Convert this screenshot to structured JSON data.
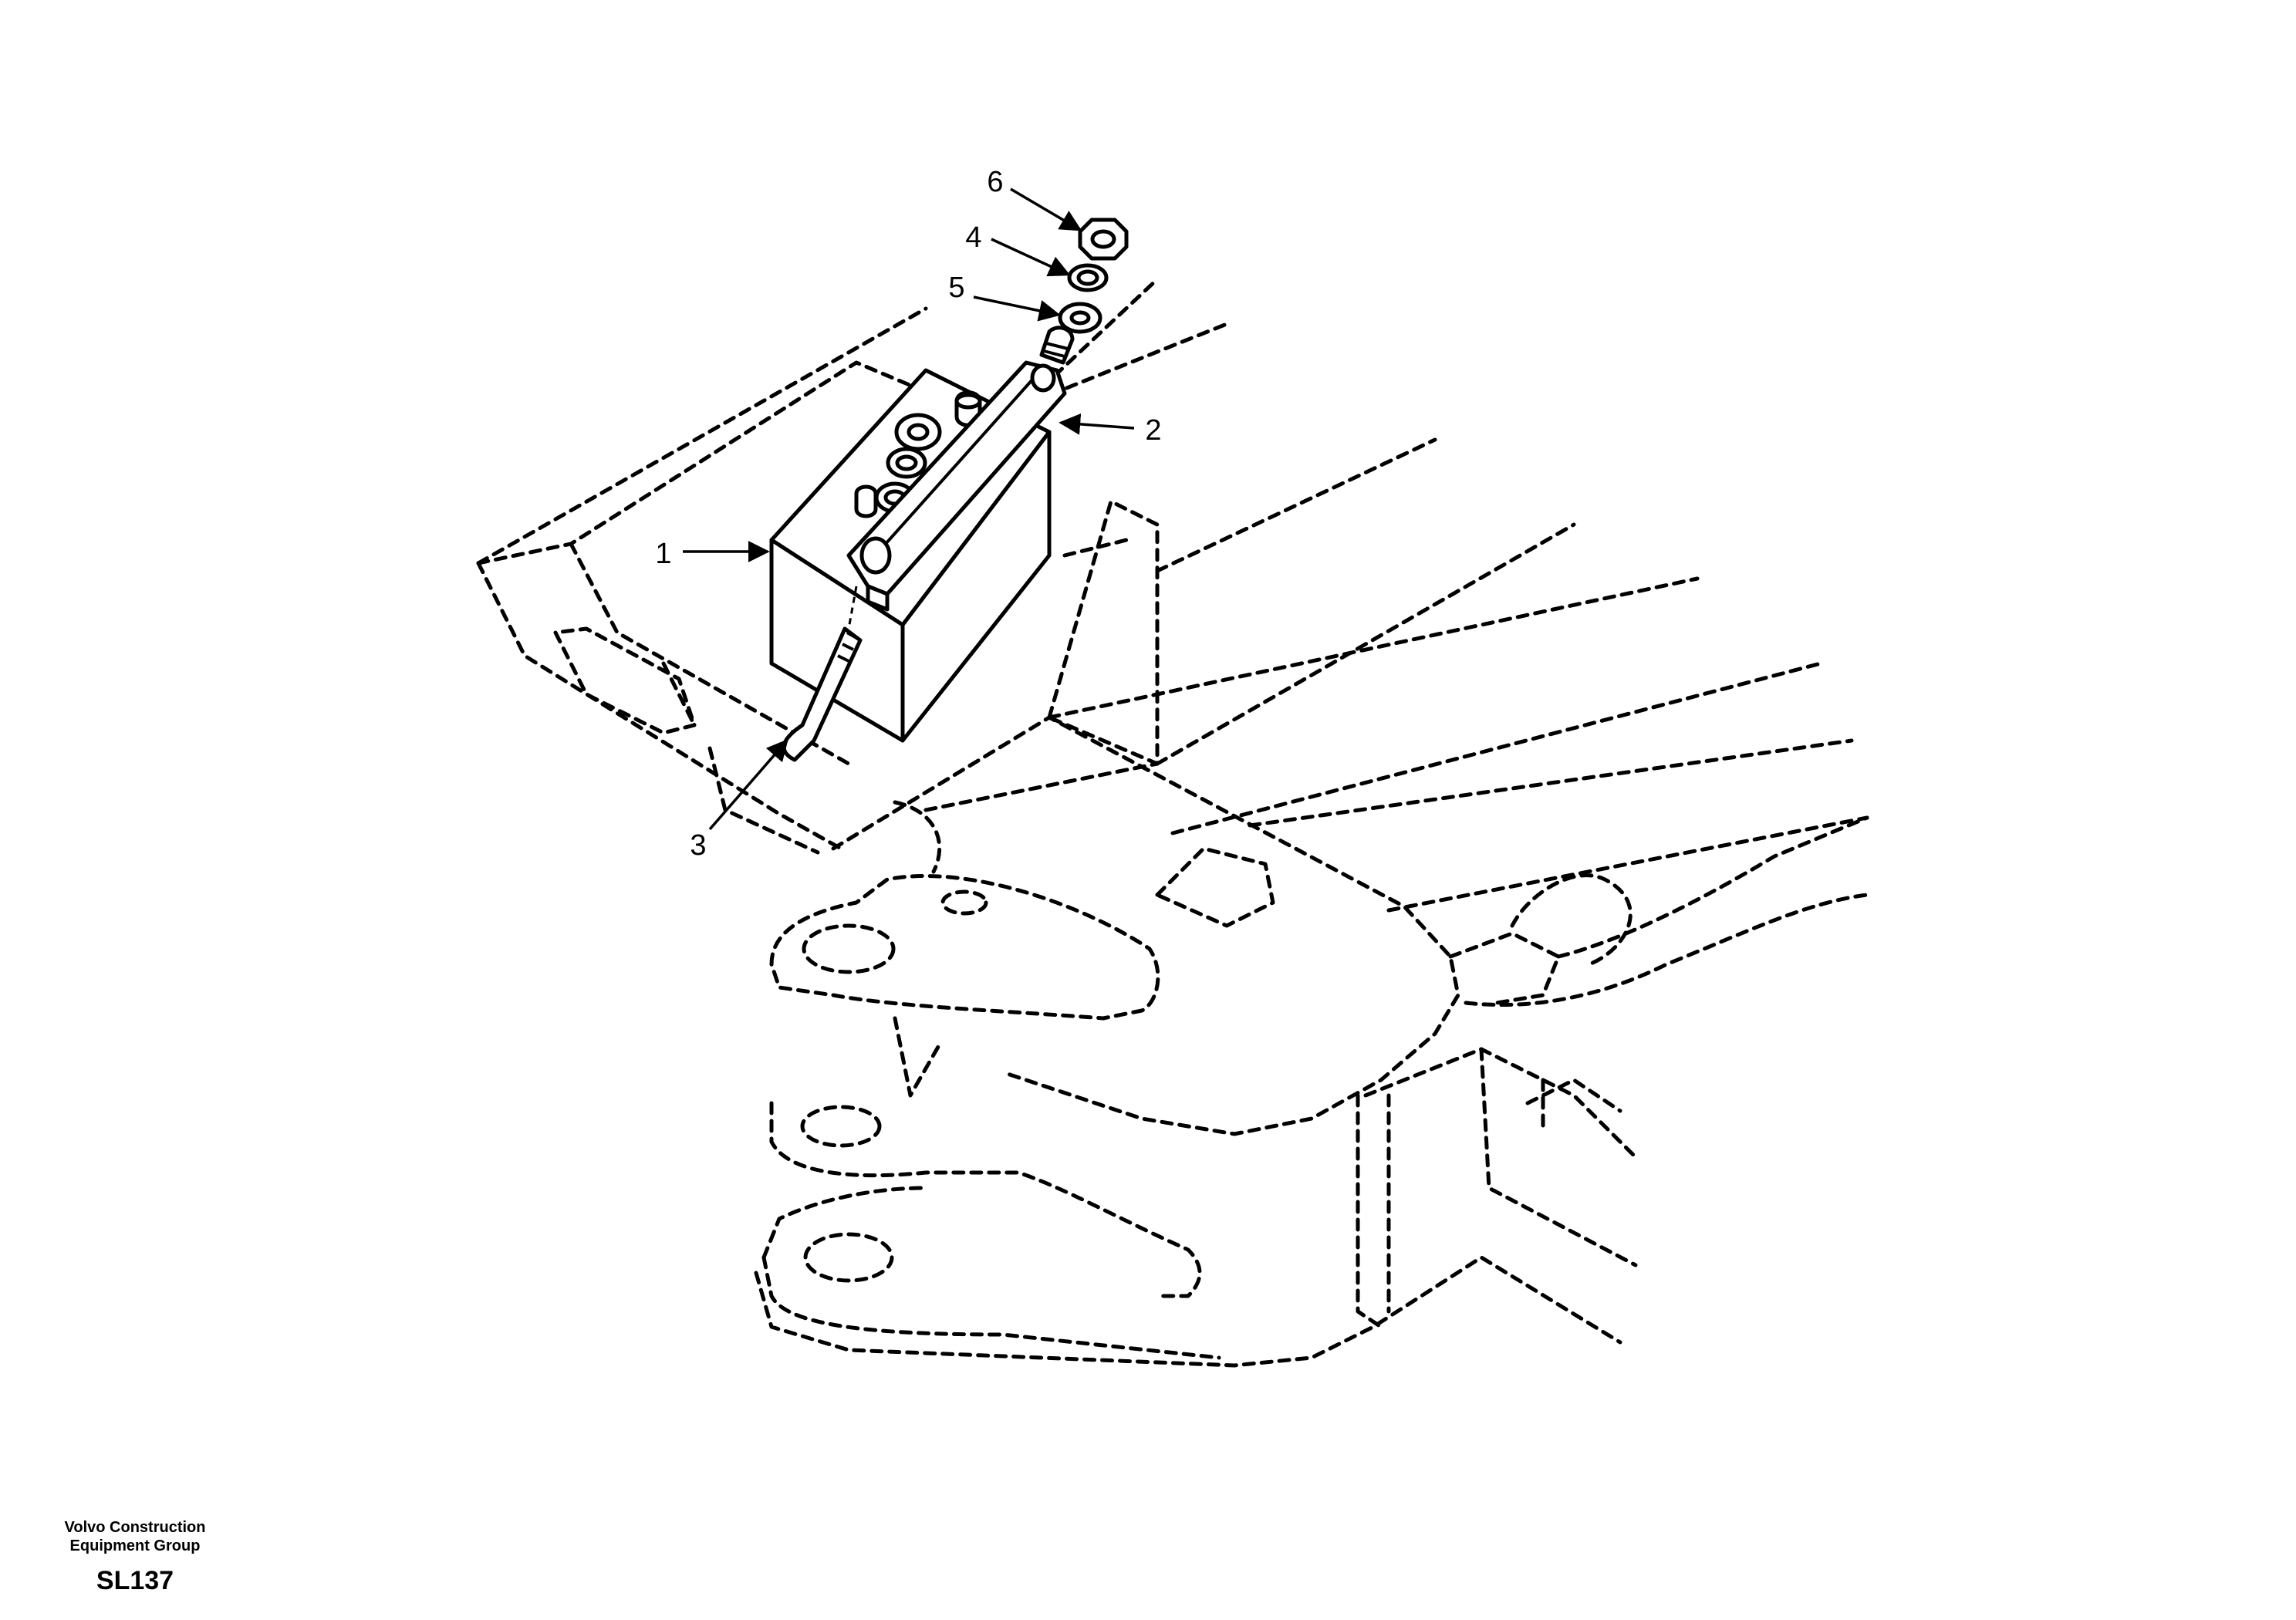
{
  "callouts": [
    {
      "number": "1"
    },
    {
      "number": "2"
    },
    {
      "number": "3"
    },
    {
      "number": "4"
    },
    {
      "number": "5"
    },
    {
      "number": "6"
    }
  ],
  "footer": {
    "company_line1": "Volvo Construction",
    "company_line2": "Equipment Group",
    "code": "SL137"
  }
}
